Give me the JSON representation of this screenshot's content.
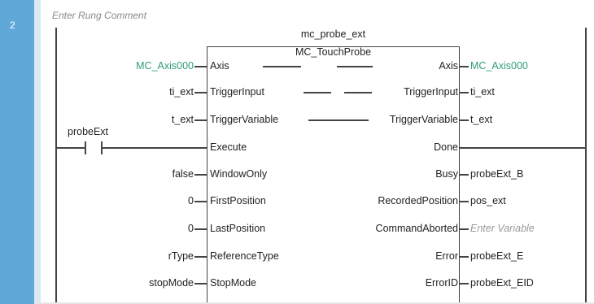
{
  "rung": {
    "number": "2",
    "comment": "Enter Rung Comment"
  },
  "block": {
    "instance": "mc_probe_ext",
    "type": "MC_TouchProbe"
  },
  "contact": {
    "label": "probeExt"
  },
  "inputs": [
    {
      "pin": "Axis",
      "var": "MC_Axis000"
    },
    {
      "pin": "TriggerInput",
      "var": "ti_ext"
    },
    {
      "pin": "TriggerVariable",
      "var": "t_ext"
    },
    {
      "pin": "Execute",
      "var": ""
    },
    {
      "pin": "WindowOnly",
      "var": "false"
    },
    {
      "pin": "FirstPosition",
      "var": "0"
    },
    {
      "pin": "LastPosition",
      "var": "0"
    },
    {
      "pin": "ReferenceType",
      "var": "rType"
    },
    {
      "pin": "StopMode",
      "var": "stopMode"
    }
  ],
  "outputs": [
    {
      "pin": "Axis",
      "var": "MC_Axis000"
    },
    {
      "pin": "TriggerInput",
      "var": "ti_ext"
    },
    {
      "pin": "TriggerVariable",
      "var": "t_ext"
    },
    {
      "pin": "Done",
      "var": ""
    },
    {
      "pin": "Busy",
      "var": "probeExt_B"
    },
    {
      "pin": "RecordedPosition",
      "var": "pos_ext"
    },
    {
      "pin": "CommandAborted",
      "var": "",
      "placeholder": "Enter Variable"
    },
    {
      "pin": "Error",
      "var": "probeExt_E"
    },
    {
      "pin": "ErrorID",
      "var": "probeExt_EID"
    }
  ],
  "colors": {
    "rung_bar": "#5fa8d8",
    "variable_green": "#2e9e79",
    "placeholder": "#999999"
  }
}
